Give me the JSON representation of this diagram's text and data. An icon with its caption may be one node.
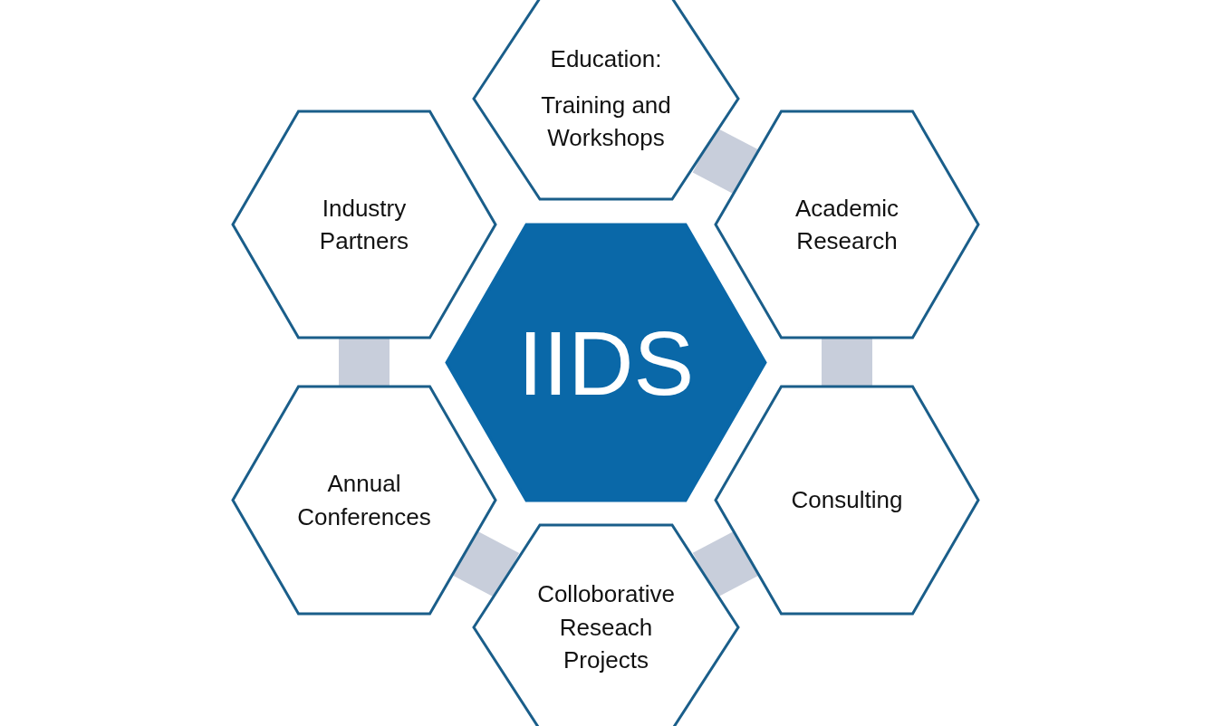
{
  "diagram": {
    "nodes": [
      {
        "text": [
          "Education:",
          "Training and Workshops"
        ]
      },
      {
        "text": [
          "Industry Partners"
        ]
      },
      {
        "text": [
          "Academic Research"
        ]
      },
      {
        "text": [
          "IIDS"
        ]
      },
      {
        "text": [
          "Annual Conferences"
        ]
      },
      {
        "text": [
          "Consulting"
        ]
      },
      {
        "text": [
          "Colloborative Reseach Projects"
        ]
      }
    ]
  }
}
